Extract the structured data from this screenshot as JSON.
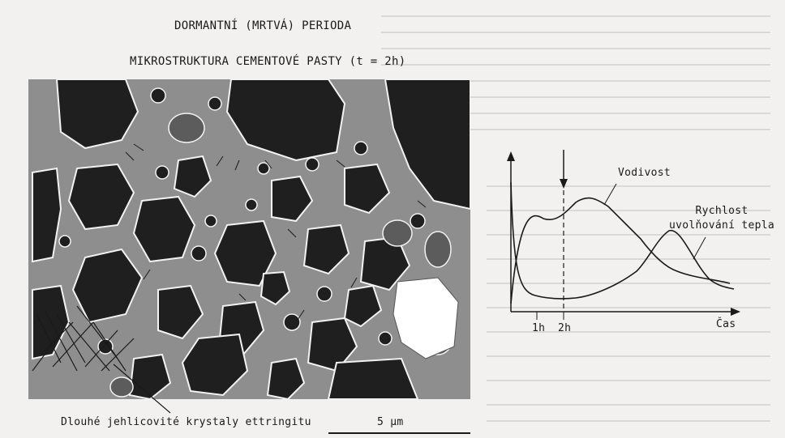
{
  "figure": {
    "title_line1": "DORMANTNÍ (MRTVÁ) PERIODA",
    "title_line2": "MIKROSTRUKTURA CEMENTOVÉ PASTY (t = 2h)",
    "ettringite_caption": "Dlouhé jehlicovité krystaly ettringitu",
    "scale_label": "5 µm"
  },
  "chart_data": {
    "type": "line",
    "xlabel": "Čas",
    "ylabel": "",
    "x_ticks": [
      "1h",
      "2h"
    ],
    "series": [
      {
        "name": "Vodivost",
        "values": []
      },
      {
        "name": "Rychlost uvolňování tepla",
        "values": []
      }
    ],
    "annotations": [
      "2h"
    ],
    "marker": "vertical dashed line with downward arrow at 2h"
  },
  "colors": {
    "paste_gray": "#8e8e8e",
    "particle_dark": "#1f1f1f",
    "outline_white": "#f2f2f2",
    "paper": "#f2f1ef",
    "ink": "#1a1a1a"
  }
}
